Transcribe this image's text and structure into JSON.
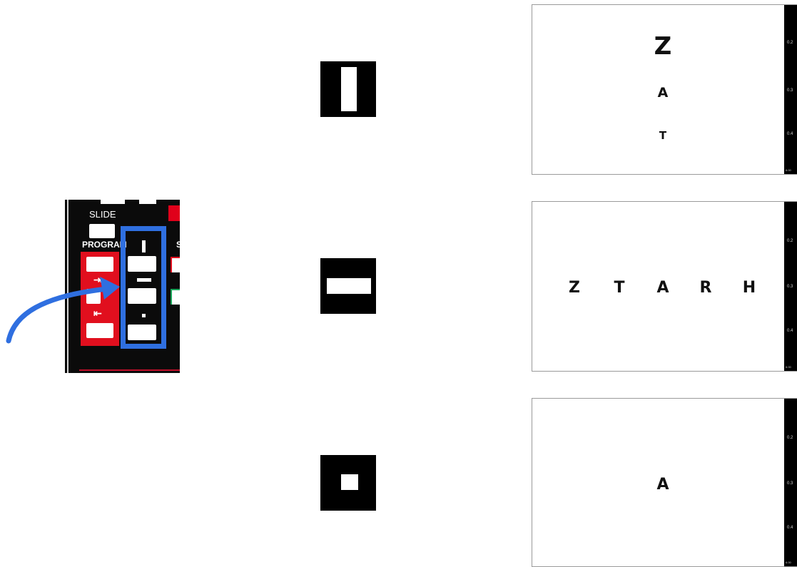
{
  "remote": {
    "slide_label": "SLIDE",
    "program_label": "PROGRAM",
    "s_label": "S",
    "next_icon": "⇥",
    "prev_icon": "⇤",
    "highlight_color": "#2f6fe0",
    "panel_color": "#e10f1e"
  },
  "modes": [
    {
      "name": "vertical-line-mode",
      "icon": "vertical-bar-icon"
    },
    {
      "name": "horizontal-line-mode",
      "icon": "horizontal-bar-icon"
    },
    {
      "name": "single-letter-mode",
      "icon": "square-dot-icon"
    }
  ],
  "charts": [
    {
      "layout": "vertical-column",
      "letters": [
        "Z",
        "A",
        "T"
      ],
      "scale_ticks": [
        "0.2",
        "0.3",
        "0.4"
      ],
      "scale_footer": "6.00"
    },
    {
      "layout": "horizontal-row",
      "letters": [
        "Z",
        "T",
        "A",
        "R",
        "H"
      ],
      "scale_ticks": [
        "0.2",
        "0.3",
        "0.4"
      ],
      "scale_footer": "6.00"
    },
    {
      "layout": "single",
      "letters": [
        "A"
      ],
      "scale_ticks": [
        "0.2",
        "0.3",
        "0.4"
      ],
      "scale_footer": "6.00"
    }
  ],
  "colors": {
    "arrow": "#2f6fe0",
    "icon_bg": "#000000"
  }
}
